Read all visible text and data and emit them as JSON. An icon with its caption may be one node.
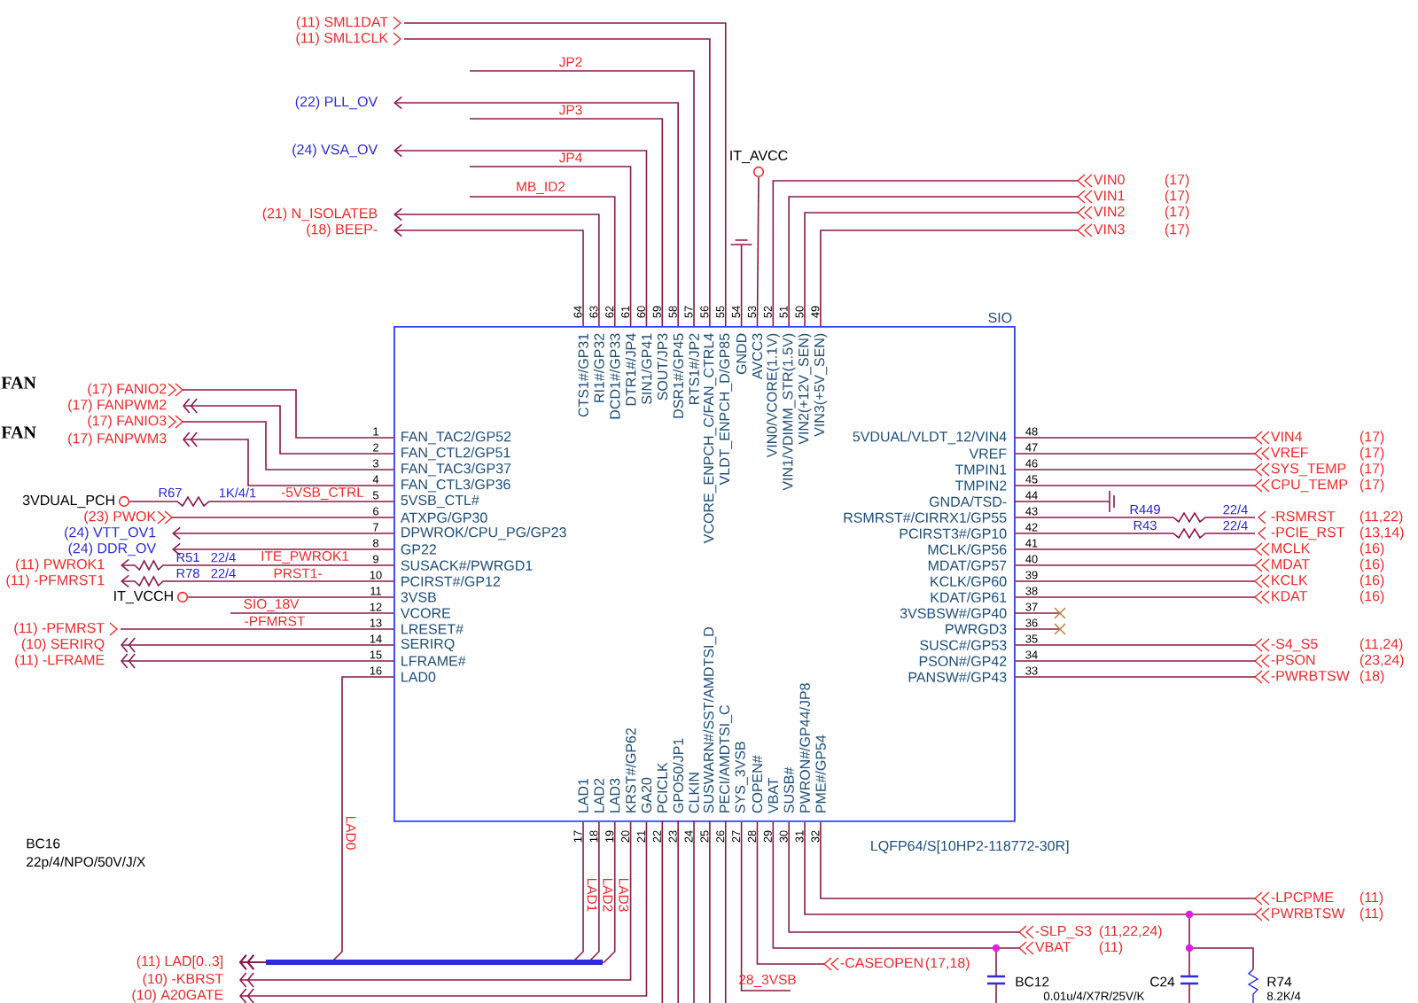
{
  "diagram": {
    "nodes": [
      {
        "text": [
          "SIO",
          "FAN_TAC2/GP52",
          "FAN_CTL2/GP51",
          "FAN_TAC3/GP37",
          "FAN_CTL3/GP36",
          "5VSB_CTL#",
          "ATXPG/GP30",
          "DPWROK/CPU_PG/GP23",
          "GP22",
          "SUSACK#/PWRGD1",
          "PCIRST#/GP12",
          "3VSB",
          "VCORE",
          "LRESET#",
          "SERIRQ",
          "LFRAME#",
          "LAD0",
          "LAD1",
          "LAD2",
          "LAD3",
          "KRST#/GP62",
          "GA20",
          "PCICLK",
          "GPO50/JP1",
          "CLKIN",
          "SUSWARN#/SST/AMDTSI_D",
          "PECI/AMDTSI_C",
          "SYS_3VSB",
          "COPEN#",
          "VBAT",
          "SUSB#",
          "PWRON#/GP44/JP8",
          "PME#/GP54",
          "PANSW#/GP43",
          "PSON#/GP42",
          "SUSC#/GP53",
          "PWRGD3",
          "3VSBSW#/GP40",
          "KDAT/GP61",
          "KCLK/GP60",
          "MDAT/GP57",
          "MCLK/GP56",
          "PCIRST3#/GP10",
          "RSMRST#/CIRRX1/GP55",
          "GNDA/TSD-",
          "TMPIN2",
          "TMPIN1",
          "VREF",
          "5VDUAL/VLDT_12/VIN4",
          "VIN3(+5V_SEN)",
          "VIN2(+12V_SEN)",
          "VIN1/VDIMM_STR(1.5V)",
          "VIN0/VCORE(1.1V)",
          "AVCC3",
          "GNDD",
          "VLDT_ENPCH_D/GP85",
          "VCORE_ENPCH_C/FAN_CTRL4",
          "RTS1#/JP2",
          "DSR1#/GP45",
          "SOUT/JP3",
          "SIN1/GP41",
          "DTR1#/JP4",
          "DCD1#/GP33",
          "RI1#/GP32",
          "CTS1#/GP31"
        ],
        "beside": [
          "LQFP64/S[10HP2-118772-30R]"
        ]
      },
      {
        "text": [
          "(11)",
          "SML1DAT"
        ]
      },
      {
        "text": [
          "(11)",
          "SML1CLK"
        ]
      },
      {
        "text": [
          "(22)",
          "PLL_OV"
        ]
      },
      {
        "text": [
          "(24)",
          "VSA_OV"
        ]
      },
      {
        "text": [
          "(21)",
          "N_ISOLATEB"
        ]
      },
      {
        "text": [
          "(18)",
          "BEEP-"
        ]
      },
      {
        "text": [
          "IT_AVCC"
        ]
      },
      {
        "text": [
          "VIN0",
          "(17)"
        ]
      },
      {
        "text": [
          "VIN1",
          "(17)"
        ]
      },
      {
        "text": [
          "VIN2",
          "(17)"
        ]
      },
      {
        "text": [
          "VIN3",
          "(17)"
        ]
      },
      {
        "text": [
          "(17)",
          "FANIO2"
        ]
      },
      {
        "text": [
          "(17)",
          "FANPWM2"
        ]
      },
      {
        "text": [
          "(17)",
          "FANIO3"
        ]
      },
      {
        "text": [
          "(17)",
          "FANPWM3"
        ]
      },
      {
        "text": [
          "3VDUAL_PCH"
        ]
      },
      {
        "text": [
          "(23)",
          "PWOK"
        ]
      },
      {
        "text": [
          "(24)",
          "VTT_OV1"
        ]
      },
      {
        "text": [
          "(24)",
          "DDR_OV"
        ]
      },
      {
        "text": [
          "(11)",
          "PWROK1"
        ]
      },
      {
        "text": [
          "(11)",
          "-PFMRST1"
        ]
      },
      {
        "text": [
          "IT_VCCH"
        ]
      },
      {
        "text": [
          "(11)",
          "-PFMRST"
        ]
      },
      {
        "text": [
          "(10)",
          "SERIRQ"
        ]
      },
      {
        "text": [
          "(11)",
          "-LFRAME"
        ]
      },
      {
        "text": [
          "VIN4",
          "(17)"
        ]
      },
      {
        "text": [
          "VREF",
          "(17)"
        ]
      },
      {
        "text": [
          "SYS_TEMP",
          "(17)"
        ]
      },
      {
        "text": [
          "CPU_TEMP",
          "(17)"
        ]
      },
      {
        "text": [
          "-RSMRST",
          "(11,22)"
        ]
      },
      {
        "text": [
          "-PCIE_RST",
          "(13,14)"
        ]
      },
      {
        "text": [
          "MCLK",
          "(16)"
        ]
      },
      {
        "text": [
          "MDAT",
          "(16)"
        ]
      },
      {
        "text": [
          "KCLK",
          "(16)"
        ]
      },
      {
        "text": [
          "KDAT",
          "(16)"
        ]
      },
      {
        "text": [
          "-S4_S5",
          "(11,24)"
        ]
      },
      {
        "text": [
          "-PSON",
          "(23,24)"
        ]
      },
      {
        "text": [
          "-PWRBTSW",
          "(18)"
        ]
      },
      {
        "text": [
          "-LPCPME",
          "(11)"
        ]
      },
      {
        "text": [
          "PWRBTSW",
          "(11)"
        ]
      },
      {
        "text": [
          "-SLP_S3",
          "(11,22,24)"
        ]
      },
      {
        "text": [
          "VBAT",
          "(11)"
        ]
      },
      {
        "text": [
          "-CASEOPEN",
          "(17,18)"
        ]
      },
      {
        "text": [
          "(11)",
          "LAD[0..3]"
        ]
      },
      {
        "text": [
          "(10)",
          "-KBRST"
        ]
      },
      {
        "text": [
          "(10)",
          "A20GATE"
        ]
      }
    ],
    "edges": [
      {
        "from": 0,
        "to": 1,
        "arrow": "none"
      },
      {
        "from": 0,
        "to": 2,
        "arrow": "none"
      },
      {
        "from": 0,
        "to": 3,
        "arrow": "to"
      },
      {
        "from": 0,
        "to": 4,
        "arrow": "to"
      },
      {
        "from": 0,
        "to": 5,
        "arrow": "to"
      },
      {
        "from": 0,
        "to": 6,
        "arrow": "to"
      },
      {
        "from": null,
        "to": 0,
        "arrow": "none",
        "label": "JP2"
      },
      {
        "from": null,
        "to": 0,
        "arrow": "none",
        "label": "JP3"
      },
      {
        "from": null,
        "to": 0,
        "arrow": "none",
        "label": "JP4"
      },
      {
        "from": null,
        "to": 0,
        "arrow": "none",
        "label": "MB_ID2"
      },
      {
        "from": 7,
        "to": 0,
        "arrow": "none"
      },
      {
        "from": 0,
        "to": 8,
        "arrow": "none"
      },
      {
        "from": 0,
        "to": 9,
        "arrow": "none"
      },
      {
        "from": 0,
        "to": 10,
        "arrow": "none"
      },
      {
        "from": 0,
        "to": 11,
        "arrow": "none"
      },
      {
        "from": 0,
        "to": 12,
        "arrow": "none"
      },
      {
        "from": 0,
        "to": 13,
        "arrow": "to"
      },
      {
        "from": 0,
        "to": 14,
        "arrow": "none"
      },
      {
        "from": 0,
        "to": 15,
        "arrow": "to"
      },
      {
        "from": 16,
        "to": 0,
        "arrow": "none",
        "label": "-5VSB_CTRL"
      },
      {
        "from": 0,
        "to": 17,
        "arrow": "none"
      },
      {
        "from": 0,
        "to": 18,
        "arrow": "to"
      },
      {
        "from": 0,
        "to": 19,
        "arrow": "to"
      },
      {
        "from": 0,
        "to": 20,
        "arrow": "to",
        "label": "ITE_PWROK1"
      },
      {
        "from": 0,
        "to": 21,
        "arrow": "to",
        "label": "PRST1-"
      },
      {
        "from": 22,
        "to": 0,
        "arrow": "none"
      },
      {
        "from": null,
        "to": 0,
        "arrow": "none",
        "label": "SIO_18V"
      },
      {
        "from": 0,
        "to": 23,
        "arrow": "none",
        "label": "-PFMRST"
      },
      {
        "from": 0,
        "to": 24,
        "arrow": "to"
      },
      {
        "from": 0,
        "to": 25,
        "arrow": "to"
      },
      {
        "from": 0,
        "to": 44,
        "arrow": "to",
        "label": "LAD0"
      },
      {
        "from": 0,
        "to": 44,
        "arrow": "to",
        "label": "LAD1"
      },
      {
        "from": 0,
        "to": 44,
        "arrow": "to",
        "label": "LAD2"
      },
      {
        "from": 0,
        "to": 44,
        "arrow": "to",
        "label": "LAD3"
      },
      {
        "from": 0,
        "to": 45,
        "arrow": "to"
      },
      {
        "from": 0,
        "to": 46,
        "arrow": "to"
      },
      {
        "from": 0,
        "to": 43,
        "arrow": "none"
      },
      {
        "from": 0,
        "to": 42,
        "arrow": "none"
      },
      {
        "from": 0,
        "to": 41,
        "arrow": "none"
      },
      {
        "from": 0,
        "to": 40,
        "arrow": "none"
      },
      {
        "from": 0,
        "to": 39,
        "arrow": "none"
      },
      {
        "from": 0,
        "to": null,
        "arrow": "none",
        "label": "28_3VSB"
      },
      {
        "from": 0,
        "to": 26,
        "arrow": "none"
      },
      {
        "from": 0,
        "to": 27,
        "arrow": "none"
      },
      {
        "from": 0,
        "to": 28,
        "arrow": "none"
      },
      {
        "from": 0,
        "to": 29,
        "arrow": "none"
      },
      {
        "from": 0,
        "to": 30,
        "arrow": "none"
      },
      {
        "from": 0,
        "to": 31,
        "arrow": "none"
      },
      {
        "from": 0,
        "to": 32,
        "arrow": "none"
      },
      {
        "from": 0,
        "to": 33,
        "arrow": "none"
      },
      {
        "from": 0,
        "to": 34,
        "arrow": "none"
      },
      {
        "from": 0,
        "to": 35,
        "arrow": "none"
      },
      {
        "from": 0,
        "to": 36,
        "arrow": "none"
      },
      {
        "from": 0,
        "to": 37,
        "arrow": "none"
      },
      {
        "from": 0,
        "to": 38,
        "arrow": "none"
      }
    ],
    "labels": [
      "1",
      "2",
      "3",
      "4",
      "5",
      "6",
      "7",
      "8",
      "9",
      "10",
      "11",
      "12",
      "13",
      "14",
      "15",
      "16",
      "17",
      "18",
      "19",
      "20",
      "21",
      "22",
      "23",
      "24",
      "25",
      "26",
      "27",
      "28",
      "29",
      "30",
      "31",
      "32",
      "33",
      "34",
      "35",
      "36",
      "37",
      "38",
      "39",
      "40",
      "41",
      "42",
      "43",
      "44",
      "45",
      "46",
      "47",
      "48",
      "49",
      "50",
      "51",
      "52",
      "53",
      "54",
      "55",
      "56",
      "57",
      "58",
      "59",
      "60",
      "61",
      "62",
      "63",
      "64",
      "FAN",
      "FAN",
      "R67",
      "1K/4/1",
      "R51",
      "22/4",
      "R78",
      "22/4",
      "R449",
      "22/4",
      "R43",
      "22/4",
      "BC16",
      "22p/4/NPO/50V/J/X",
      "BC12",
      "0.01u/4/X7R/25V/K",
      "C24",
      "R74",
      "8.2K/4"
    ]
  }
}
